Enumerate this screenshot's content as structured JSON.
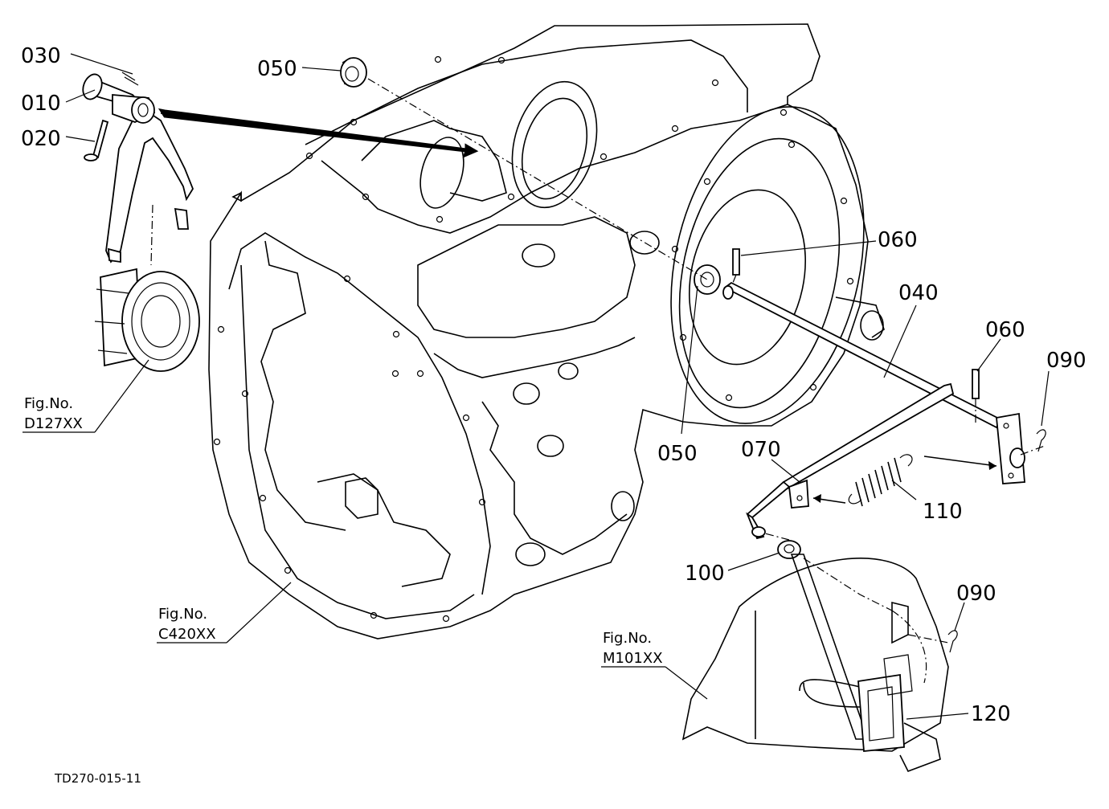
{
  "callouts": {
    "c030": "030",
    "c010": "010",
    "c020": "020",
    "c050a": "050",
    "c050b": "050",
    "c060a": "060",
    "c060b": "060",
    "c040": "040",
    "c090a": "090",
    "c090b": "090",
    "c070": "070",
    "c110": "110",
    "c100": "100",
    "c120": "120"
  },
  "figure_refs": {
    "d127_label": "Fig.No.",
    "d127_code": "D127XX",
    "c420_label": "Fig.No.",
    "c420_code": "C420XX",
    "m101_label": "Fig.No.",
    "m101_code": "M101XX"
  },
  "drawing_code": "TD270-015-11"
}
